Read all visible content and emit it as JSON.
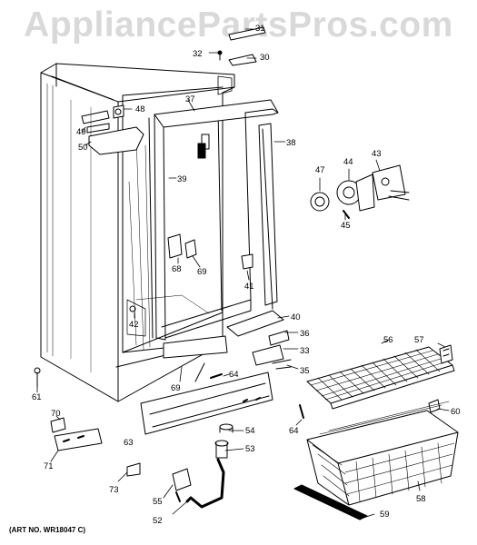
{
  "watermark": "AppliancePartsPros.com",
  "art_number": "(ART NO. WR18047 C)",
  "callouts": [
    "32",
    "31",
    "30",
    "37",
    "48",
    "49",
    "50",
    "38",
    "39",
    "47",
    "44",
    "43",
    "45",
    "68",
    "69",
    "41",
    "42",
    "40",
    "36",
    "33",
    "35",
    "56",
    "57",
    "61",
    "64",
    "69",
    "63",
    "70",
    "54",
    "64",
    "60",
    "71",
    "53",
    "73",
    "55",
    "52",
    "58",
    "59"
  ]
}
